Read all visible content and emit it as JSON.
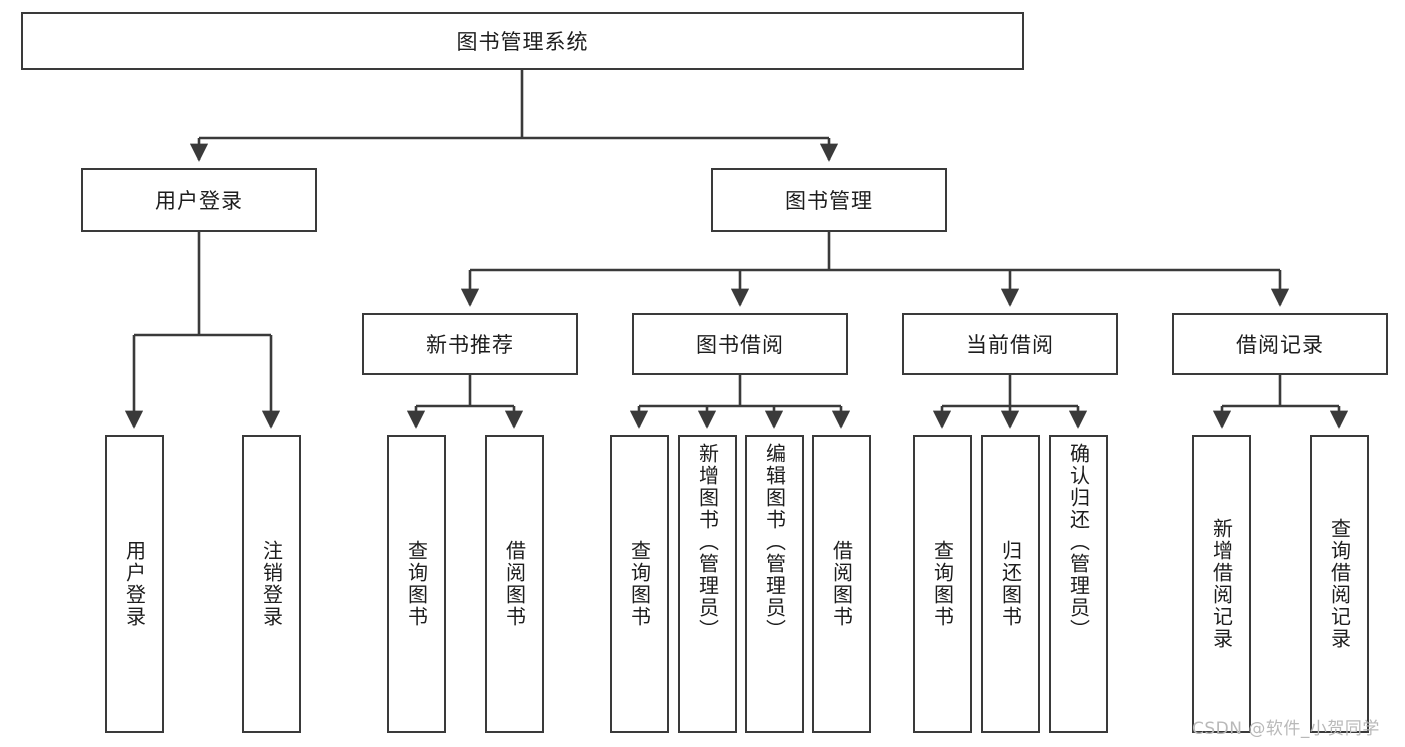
{
  "diagram": {
    "type": "tree-hierarchy",
    "title": "图书管理系统",
    "root": {
      "label": "图书管理系统"
    },
    "level1": [
      {
        "id": "user-login",
        "label": "用户登录"
      },
      {
        "id": "book-manage",
        "label": "图书管理"
      }
    ],
    "level2": [
      {
        "id": "new-book-rec",
        "label": "新书推荐",
        "parent": "book-manage"
      },
      {
        "id": "book-borrow",
        "label": "图书借阅",
        "parent": "book-manage"
      },
      {
        "id": "current-borrow",
        "label": "当前借阅",
        "parent": "book-manage"
      },
      {
        "id": "borrow-record",
        "label": "借阅记录",
        "parent": "book-manage"
      }
    ],
    "leaves": {
      "user_login": [
        {
          "id": "leaf-user-login",
          "label": "用户登录"
        },
        {
          "id": "leaf-logout",
          "label": "注销登录"
        }
      ],
      "new_book_rec": [
        {
          "id": "leaf-query-book-1",
          "label": "查询图书"
        },
        {
          "id": "leaf-borrow-book-1",
          "label": "借阅图书"
        }
      ],
      "book_borrow": [
        {
          "id": "leaf-query-book-2",
          "label": "查询图书"
        },
        {
          "id": "leaf-add-book",
          "label": "新增图书（管理员）"
        },
        {
          "id": "leaf-edit-book",
          "label": "编辑图书（管理员）"
        },
        {
          "id": "leaf-borrow-book-2",
          "label": "借阅图书"
        }
      ],
      "current_borrow": [
        {
          "id": "leaf-query-book-3",
          "label": "查询图书"
        },
        {
          "id": "leaf-return-book",
          "label": "归还图书"
        },
        {
          "id": "leaf-confirm-return",
          "label": "确认归还（管理员）"
        }
      ],
      "borrow_record": [
        {
          "id": "leaf-add-record",
          "label": "新增借阅记录"
        },
        {
          "id": "leaf-query-record",
          "label": "查询借阅记录"
        }
      ]
    }
  },
  "watermark": {
    "text": "CSDN @软件_小贺同学"
  },
  "colors": {
    "background": "#ffffff",
    "box_border": "#3a3a3a",
    "edge": "#3a3a3a",
    "text": "#1d1d1d",
    "watermark": "#b9b9b9"
  }
}
